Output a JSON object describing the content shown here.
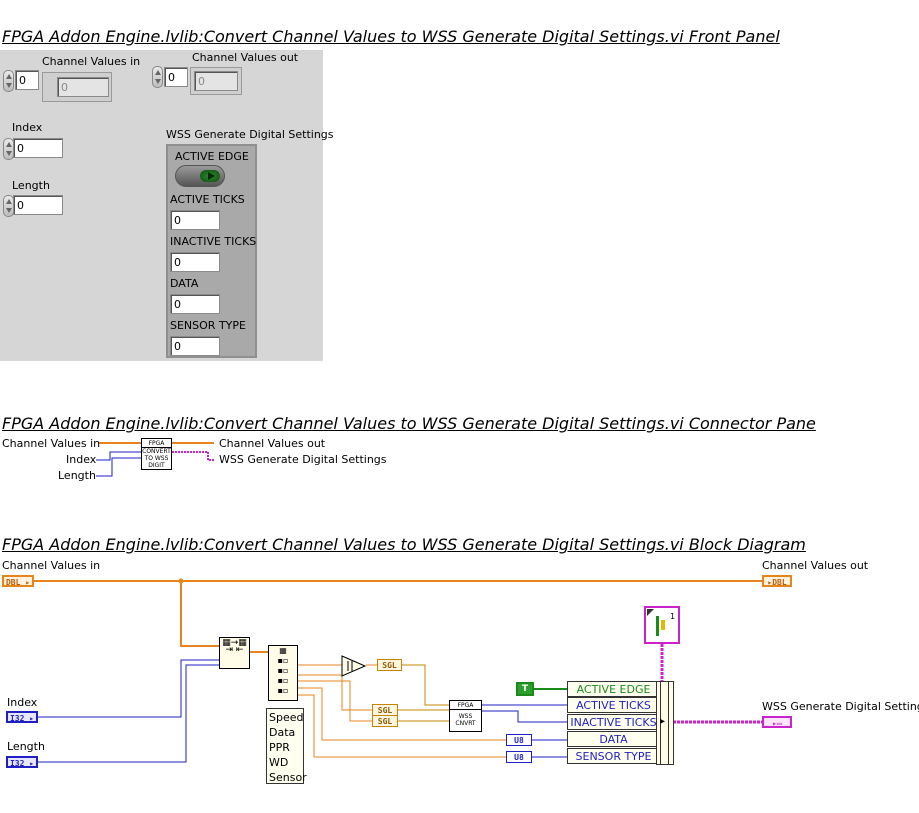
{
  "headings": {
    "front_panel": "FPGA Addon Engine.lvlib:Convert Channel Values to WSS Generate Digital Settings.vi Front Panel",
    "connector_pane": "FPGA Addon Engine.lvlib:Convert Channel Values to WSS Generate Digital Settings.vi Connector Pane",
    "block_diagram": "FPGA Addon Engine.lvlib:Convert Channel Values to WSS Generate Digital Settings.vi Block Diagram"
  },
  "front_panel": {
    "channel_values_in": {
      "label": "Channel Values in",
      "index_value": "0",
      "element_value": "0"
    },
    "channel_values_out": {
      "label": "Channel Values out",
      "index_value": "0",
      "element_value": "0"
    },
    "index": {
      "label": "Index",
      "value": "0"
    },
    "length": {
      "label": "Length",
      "value": "0"
    },
    "wss_settings": {
      "label": "WSS Generate Digital Settings",
      "active_edge": "ACTIVE EDGE",
      "active_ticks": {
        "label": "ACTIVE TICKS",
        "value": "0"
      },
      "inactive_ticks": {
        "label": "INACTIVE TICKS",
        "value": "0"
      },
      "data": {
        "label": "DATA",
        "value": "0"
      },
      "sensor_type": {
        "label": "SENSOR TYPE",
        "value": "0"
      }
    }
  },
  "connector_pane": {
    "inputs": [
      "Channel Values in",
      "Index",
      "Length"
    ],
    "outputs": [
      "Channel Values out",
      "WSS Generate Digital Settings"
    ],
    "icon_lines": [
      "FPGA",
      "CONVERT",
      "TO WSS",
      "DIGIT"
    ]
  },
  "block_diagram": {
    "channel_values_in": "Channel Values in",
    "channel_values_out": "Channel Values out",
    "index": "Index",
    "length": "Length",
    "wss_out": "WSS Generate Digital Settings",
    "dbl": "DBL",
    "i32": "I32",
    "sgl": "SGL",
    "u8": "U8",
    "true_const": "T",
    "index_outputs": [
      "Speed",
      "Data",
      "PPR",
      "WD",
      "Sensor"
    ],
    "convert_icon": [
      "FPGA",
      "WSS",
      "CNVRT"
    ],
    "bundle_fields": [
      "ACTIVE EDGE",
      "ACTIVE TICKS",
      "INACTIVE TICKS",
      "DATA",
      "SENSOR TYPE"
    ],
    "const_index": "1"
  },
  "colors": {
    "orange_wire": "#e8841c",
    "blue_wire": "#1f1fc4",
    "pink_wire": "#cc22cc",
    "green_wire": "#1a8a1a",
    "panel_bg": "#d6d6d6"
  }
}
